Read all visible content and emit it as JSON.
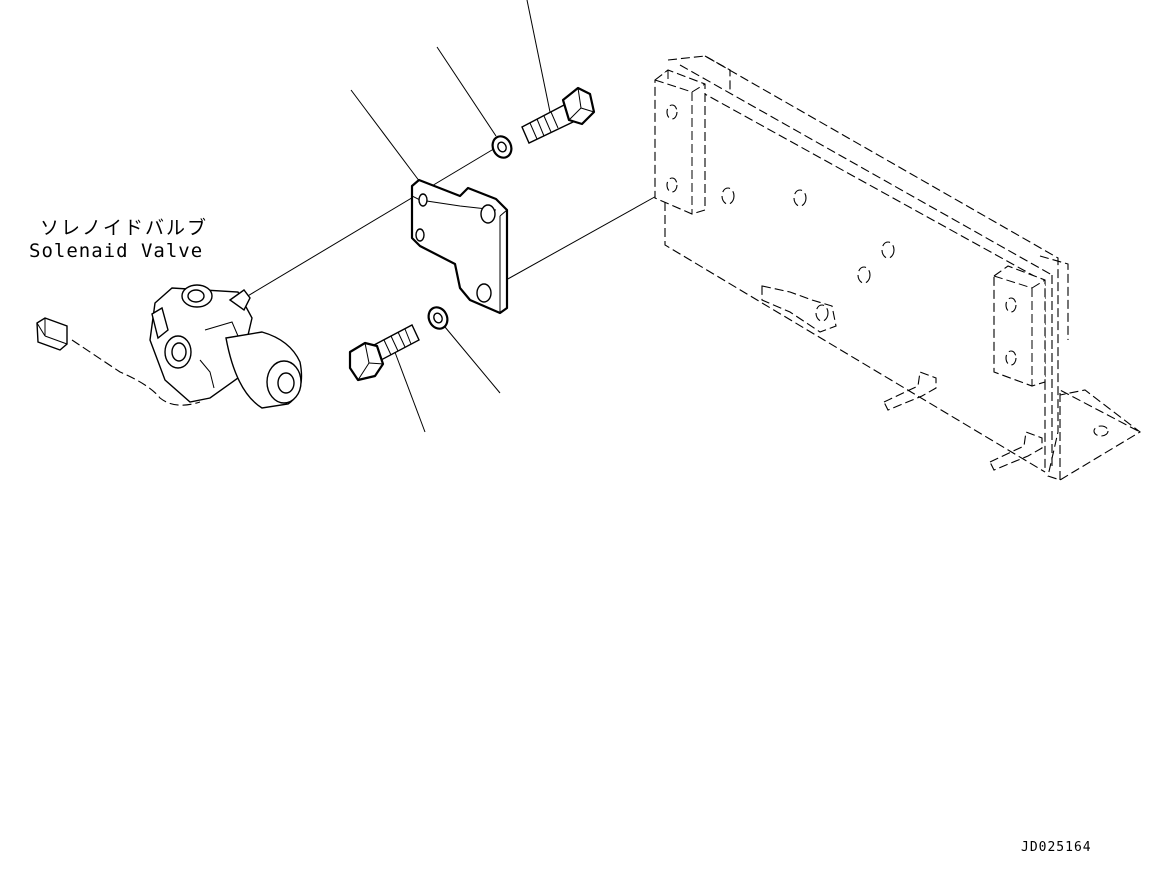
{
  "labels": {
    "part_name_jp": "ソレノイドバルブ",
    "part_name_en": "Solenaid Valve",
    "drawing_id": "JD025164"
  },
  "colors": {
    "line": "#000000",
    "background": "#ffffff"
  }
}
